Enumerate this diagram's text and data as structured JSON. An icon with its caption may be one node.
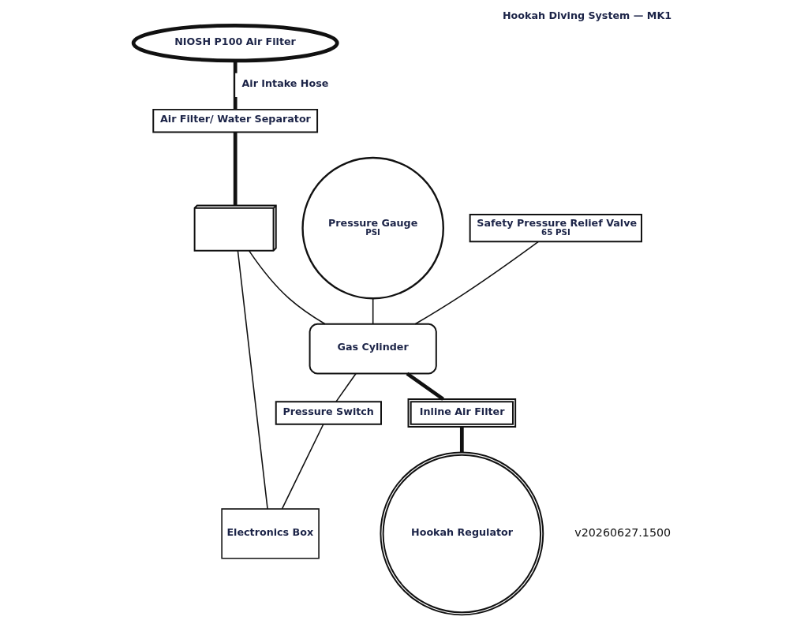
{
  "diagram": {
    "title": "Hookah Diving System — MK1",
    "nodes": [
      {
        "text": [
          "NIOSH P100 Air Filter"
        ]
      },
      {
        "text": [
          "Air Filter/ Water Separator"
        ]
      },
      {
        "text": [
          "Pressure Gauge",
          "PSI"
        ]
      },
      {
        "text": [
          "Safety Pressure Relief Valve",
          "65 PSI"
        ]
      },
      {
        "text": [],
        "shape": "picture"
      },
      {
        "text": [
          "Gas Cylinder"
        ]
      },
      {
        "text": [
          "Pressure Switch"
        ]
      },
      {
        "text": [
          "Electronics Box"
        ]
      },
      {
        "text": [
          "Inline Air Filter"
        ]
      },
      {
        "text": [
          "Hookah Regulator"
        ]
      }
    ],
    "edges": [
      {
        "from": 0,
        "to": 1,
        "arrow": "none",
        "label": "Air Intake Hose",
        "style": "thick"
      },
      {
        "from": 1,
        "to": 4,
        "arrow": "none",
        "style": "thick"
      },
      {
        "from": 4,
        "to": 5,
        "arrow": "none"
      },
      {
        "from": 2,
        "to": 5,
        "arrow": "none"
      },
      {
        "from": 3,
        "to": 5,
        "arrow": "none"
      },
      {
        "from": 5,
        "to": 6,
        "arrow": "none"
      },
      {
        "from": 4,
        "to": 7,
        "arrow": "none"
      },
      {
        "from": 6,
        "to": 7,
        "arrow": "none"
      },
      {
        "from": 5,
        "to": 8,
        "arrow": "none",
        "style": "thick"
      },
      {
        "from": 8,
        "to": 9,
        "arrow": "none",
        "style": "thick"
      }
    ],
    "labels": [
      "v20260627.1500"
    ]
  }
}
